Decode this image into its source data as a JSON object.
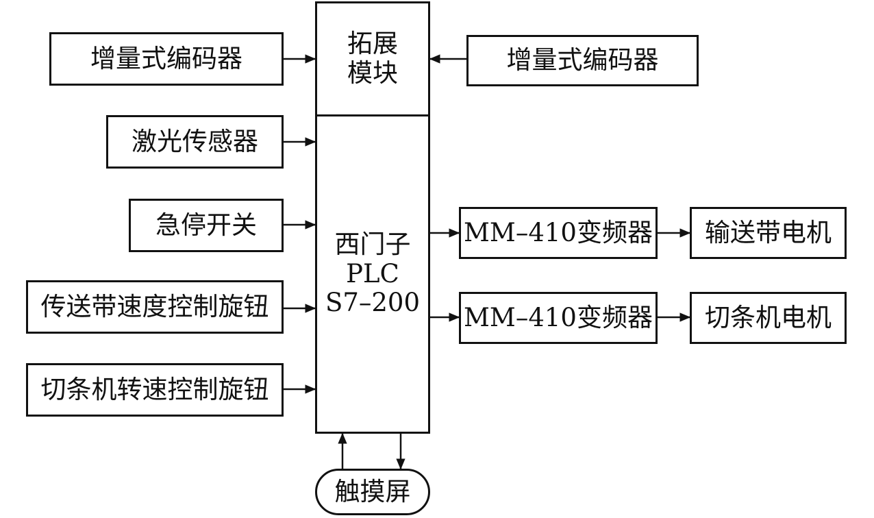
{
  "extension_module": {
    "line1": "拓展",
    "line2": "模块"
  },
  "plc": {
    "line1": "西门子",
    "line2": "PLC",
    "line3": "S7–200"
  },
  "inputs": {
    "encoder_left": "增量式编码器",
    "encoder_right": "增量式编码器",
    "laser_sensor": "激光传感器",
    "emergency_stop": "急停开关",
    "conveyor_speed_knob": "传送带速度控制旋钮",
    "cutter_speed_knob": "切条机转速控制旋钮"
  },
  "outputs": {
    "inverter_1": "MM–410变频器",
    "inverter_2": "MM–410变频器",
    "conveyor_motor": "输送带电机",
    "cutter_motor": "切条机电机"
  },
  "touchscreen": "触摸屏"
}
